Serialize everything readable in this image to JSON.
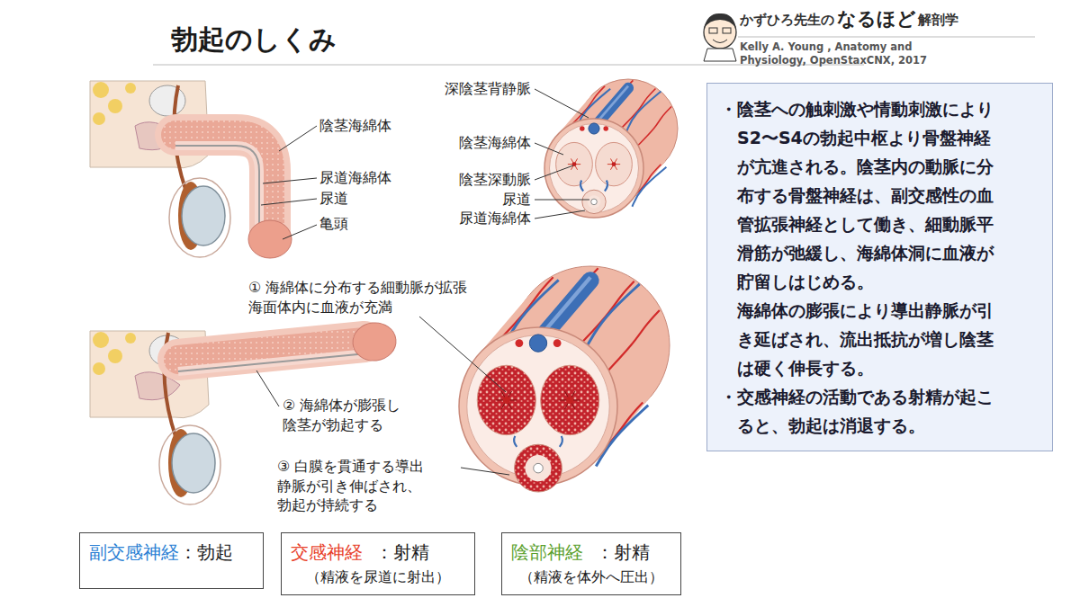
{
  "diagram": {
    "title": "勃起のしくみ",
    "nodes": [
      {
        "text": [
          "・陰茎への触刺激や情動刺激により S2〜S4の勃起中枢より骨盤神経 が亢進される。陰茎内の動脈に分 布する骨盤神経は、副交感性の血 管拡張神経として働き、細動脈平 滑筋が弛緩し、海綿体洞に血液が 貯留しはじめる。",
          "海綿体の膨張により導出静脈が引 き延ばされ、流出抵抗が増し陰茎 は硬く伸長する。",
          "・交感神経の活動である射精が起こ ると、勃起は消退する。"
        ]
      },
      {
        "text": [
          "副交感神経",
          "：勃起"
        ]
      },
      {
        "text": [
          "交感神経",
          "：射精",
          "（精液を尿道に射出）"
        ]
      },
      {
        "text": [
          "陰部神経",
          "：射精",
          "（精液を体外へ圧出）"
        ]
      }
    ],
    "labels": [
      "かずひろ先生の",
      "なるほど",
      "解剖学",
      "Kelly A. Young , Anatomy and Physiology, OpenStaxCNX, 2017",
      "陰茎海綿体",
      "尿道海綿体",
      "尿道",
      "亀頭",
      "深陰茎背静脈",
      "陰茎海綿体",
      "陰茎深動脈",
      "尿道",
      "尿道海綿体",
      "① 海綿体に分布する細動脈が拡張 海面体内に血液が充満",
      "② 海綿体が膨張し 陰茎が勃起する",
      "③ 白膜を貫通する導出 静脈が引き伸ばされ、 勃起が持続する"
    ]
  }
}
